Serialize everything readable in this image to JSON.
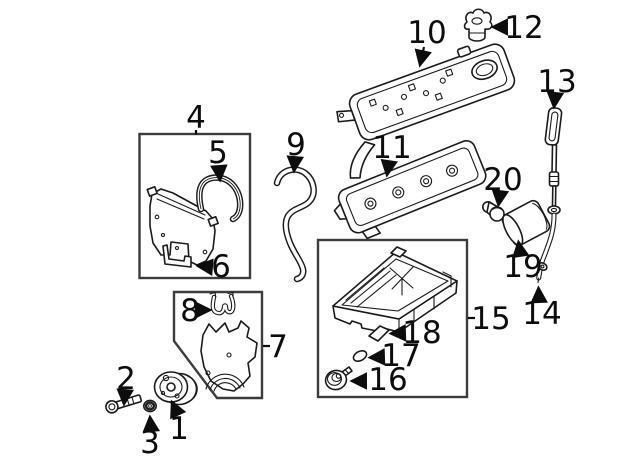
{
  "diagram": {
    "background": "#ffffff",
    "ink_color": "#1b1b1b",
    "box_color": "#3c3c3c",
    "callouts": [
      {
        "num": "1"
      },
      {
        "num": "2"
      },
      {
        "num": "3"
      },
      {
        "num": "4"
      },
      {
        "num": "5"
      },
      {
        "num": "6"
      },
      {
        "num": "7"
      },
      {
        "num": "8"
      },
      {
        "num": "9"
      },
      {
        "num": "10"
      },
      {
        "num": "11"
      },
      {
        "num": "12"
      },
      {
        "num": "13"
      },
      {
        "num": "14"
      },
      {
        "num": "15"
      },
      {
        "num": "16"
      },
      {
        "num": "17"
      },
      {
        "num": "18"
      },
      {
        "num": "19"
      },
      {
        "num": "20"
      }
    ]
  }
}
